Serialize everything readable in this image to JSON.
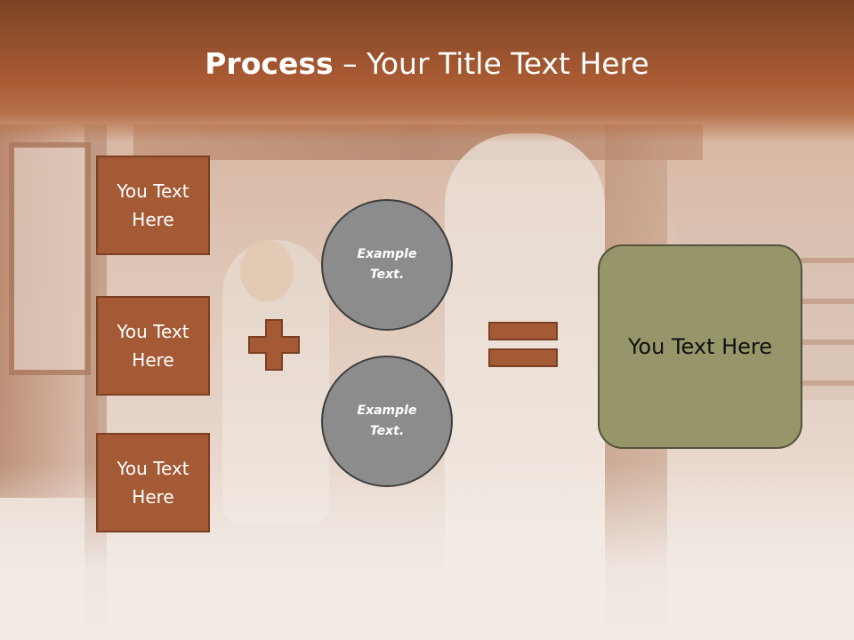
{
  "title": {
    "bold": "Process",
    "rest": " – Your Title Text Here"
  },
  "left_boxes": [
    "You Text Here",
    "You Text Here",
    "You Text Here"
  ],
  "circles": [
    "Example Text.",
    "Example Text."
  ],
  "result": "You Text Here",
  "colors": {
    "title_bar": "#a85a32",
    "box_fill": "#a55a36",
    "circle_fill": "#8c8c8c",
    "result_fill": "#97956a"
  },
  "icons": {
    "operator_1": "plus-icon",
    "operator_2": "equals-icon"
  }
}
